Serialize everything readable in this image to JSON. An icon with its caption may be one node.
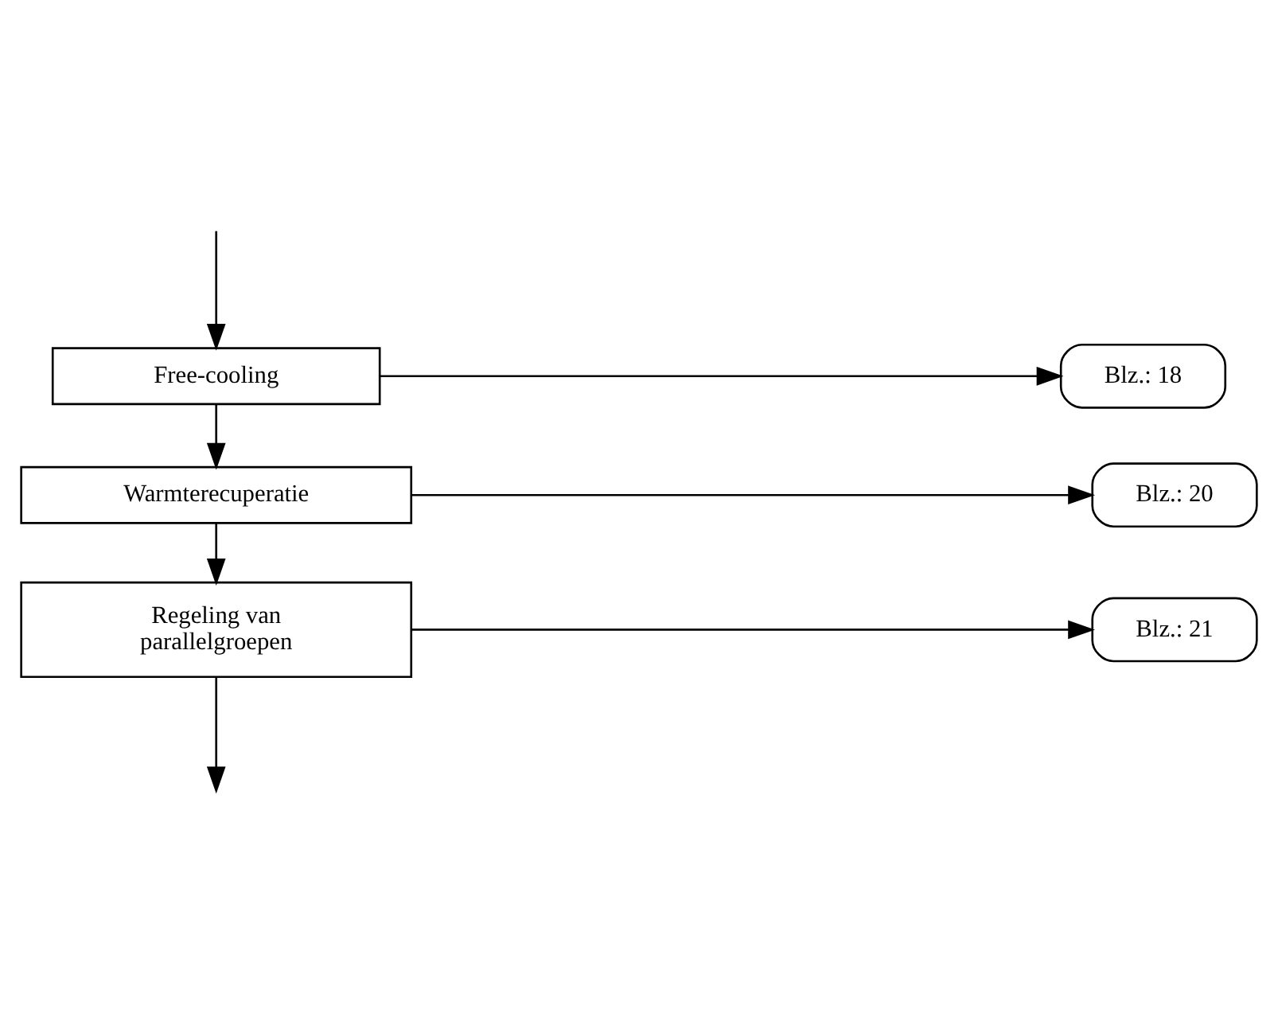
{
  "diagram": {
    "nodes": [
      {
        "text": [
          "Free-cooling"
        ]
      },
      {
        "text": [
          "Blz.: 18"
        ]
      },
      {
        "text": [
          "Warmterecuperatie"
        ]
      },
      {
        "text": [
          "Blz.: 20"
        ]
      },
      {
        "text": [
          "Regeling van parallelgroepen"
        ]
      },
      {
        "text": [
          "Blz.: 21"
        ]
      }
    ],
    "edges": [
      {
        "from": null,
        "to": 0,
        "arrow": "to"
      },
      {
        "from": 0,
        "to": 1,
        "arrow": "to"
      },
      {
        "from": 0,
        "to": 2,
        "arrow": "to"
      },
      {
        "from": 2,
        "to": 3,
        "arrow": "to"
      },
      {
        "from": 2,
        "to": 4,
        "arrow": "to"
      },
      {
        "from": 4,
        "to": 5,
        "arrow": "to"
      },
      {
        "from": 4,
        "to": null,
        "arrow": "to"
      }
    ]
  }
}
